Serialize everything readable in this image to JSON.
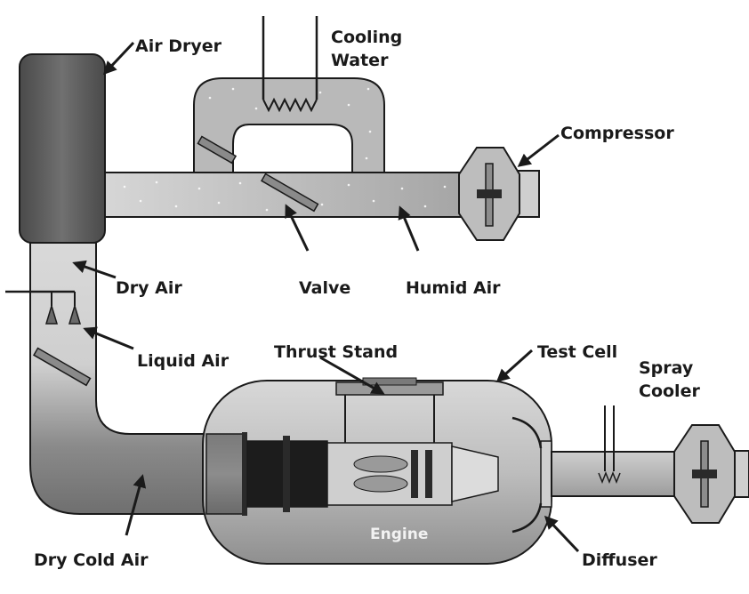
{
  "labels": {
    "air_dryer": "Air Dryer",
    "cooling_water_1": "Cooling",
    "cooling_water_2": "Water",
    "compressor": "Compressor",
    "dry_air": "Dry Air",
    "valve": "Valve",
    "humid_air": "Humid Air",
    "liquid_air": "Liquid Air",
    "thrust_stand": "Thrust Stand",
    "test_cell": "Test Cell",
    "spray_cooler_1": "Spray",
    "spray_cooler_2": "Cooler",
    "engine": "Engine",
    "dry_cold_air": "Dry Cold Air",
    "diffuser": "Diffuser"
  },
  "colors": {
    "outline": "#1a1a1a",
    "duct_light": "#d4d4d4",
    "duct_mid": "#9a9a9a",
    "duct_dark": "#555555",
    "dryer": "#5a5a5a",
    "engine_black": "#1c1c1c"
  }
}
